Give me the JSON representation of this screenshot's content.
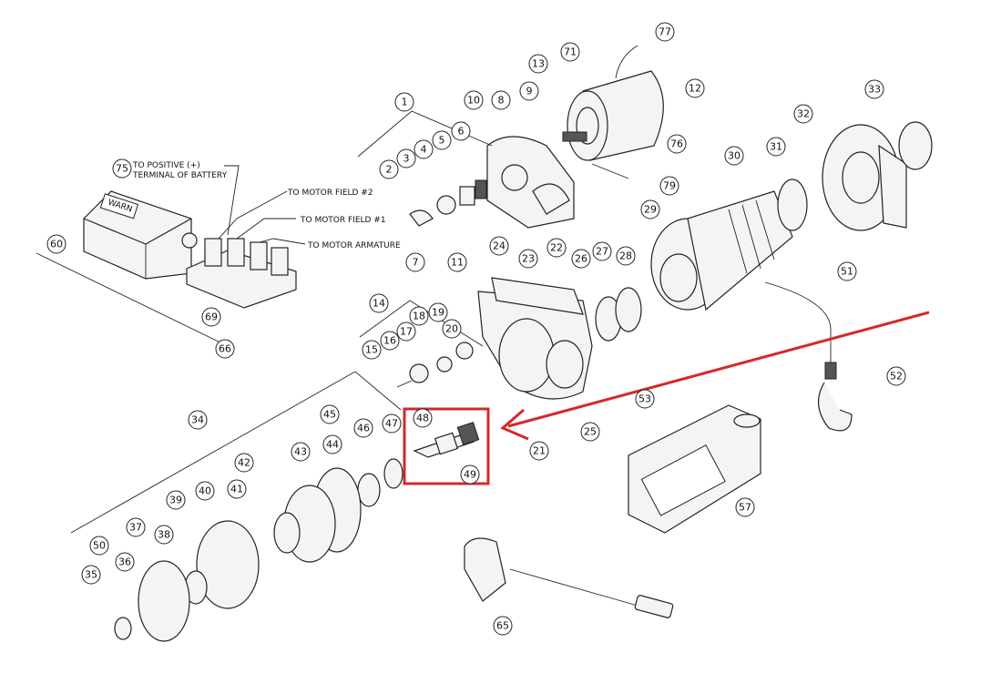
{
  "diagram": {
    "notes": {
      "battery": "TO POSITIVE (+)",
      "battery2": "TERMINAL OF BATTERY",
      "field2": "TO MOTOR FIELD #2",
      "field1": "TO MOTOR FIELD #1",
      "armature": "TO MOTOR ARMATURE"
    },
    "brand": "WARN",
    "callouts": [
      "1",
      "2",
      "3",
      "4",
      "5",
      "6",
      "7",
      "8",
      "9",
      "10",
      "11",
      "12",
      "13",
      "14",
      "15",
      "16",
      "17",
      "18",
      "19",
      "20",
      "21",
      "22",
      "23",
      "24",
      "25",
      "26",
      "27",
      "28",
      "29",
      "30",
      "31",
      "32",
      "33",
      "34",
      "35",
      "36",
      "37",
      "38",
      "39",
      "40",
      "41",
      "42",
      "43",
      "44",
      "45",
      "46",
      "47",
      "48",
      "49",
      "50",
      "51",
      "52",
      "53",
      "57",
      "60",
      "65",
      "66",
      "69",
      "71",
      "75",
      "76",
      "77",
      "79"
    ],
    "highlight_color": "#d62828"
  }
}
